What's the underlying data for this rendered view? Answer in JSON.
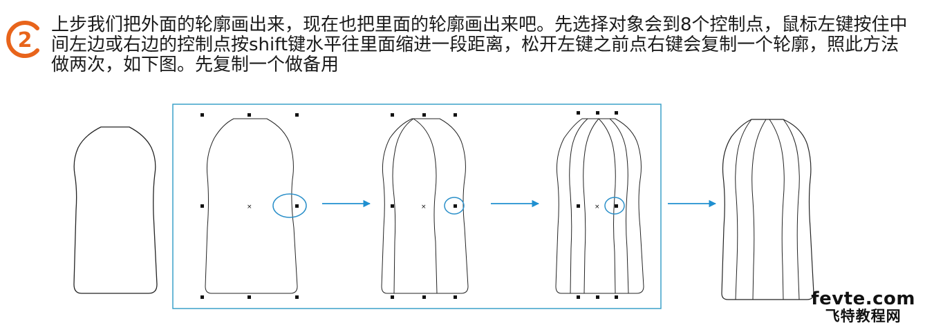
{
  "step": {
    "number": "2",
    "accent_color": "#e8641b"
  },
  "instructions": {
    "text": "上步我们把外面的轮廓画出来，现在也把里面的轮廓画出来吧。先选择对象会到8个控制点，鼠标左键按住中间左边或右边的控制点按shift键水平往里面缩进一段距离，松开左键之前点右键会复制一个轮廓，照此方法做两次，如下图。先复制一个做备用"
  },
  "figure": {
    "frame_color": "#3aa1c8",
    "arrow_color": "#1f8fd0",
    "panels": [
      "original-outline",
      "selected-outline",
      "first-inner-copy",
      "second-inner-copy",
      "final-result"
    ],
    "arrows": [
      "arrow-right-icon",
      "arrow-right-icon",
      "arrow-right-icon"
    ]
  },
  "watermark": {
    "latin": "fevte.com",
    "cjk": "飞特教程网"
  }
}
